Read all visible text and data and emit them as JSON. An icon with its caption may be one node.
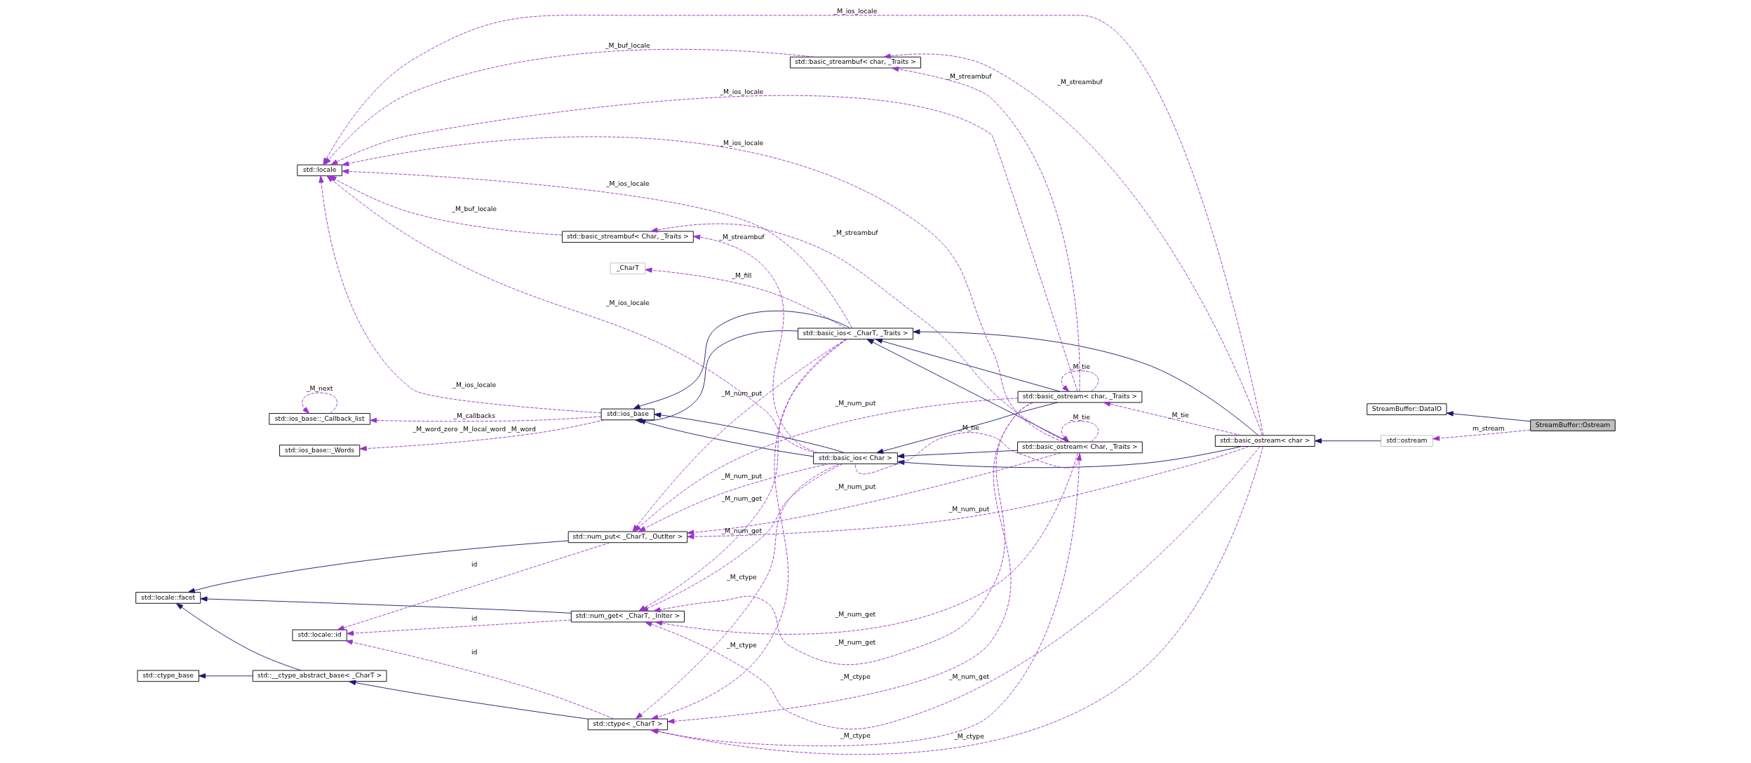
{
  "diagram": {
    "nodes": [
      {
        "text": [
          "StreamBuffer::Ostream"
        ]
      },
      {
        "text": [
          "StreamBuffer::DataIO"
        ]
      },
      {
        "text": [
          "std::ostream"
        ]
      },
      {
        "text": [
          "std::basic_ostream< char >"
        ]
      },
      {
        "text": [
          "std::basic_ostream< char, _Traits >"
        ]
      },
      {
        "text": [
          "std::basic_ostream< Char, _Traits >"
        ]
      },
      {
        "text": [
          "std::basic_ios< _CharT, _Traits >"
        ]
      },
      {
        "text": [
          "std::basic_streambuf< char, _Traits >"
        ]
      },
      {
        "text": [
          "std::basic_ios< Char >"
        ]
      },
      {
        "text": [
          "std::basic_streambuf< Char, _Traits >"
        ]
      },
      {
        "text": [
          "_CharT"
        ]
      },
      {
        "text": [
          "std::ios_base"
        ]
      },
      {
        "text": [
          "std::num_put< _CharT, _OutIter >"
        ]
      },
      {
        "text": [
          "std::num_get< _CharT, _InIter >"
        ]
      },
      {
        "text": [
          "std::ctype< _CharT >"
        ]
      },
      {
        "text": [
          "std::ios_base::_Words"
        ]
      },
      {
        "text": [
          "std::ios_base::_Callback_list"
        ]
      },
      {
        "text": [
          "std::locale"
        ]
      },
      {
        "text": [
          "std::locale::facet"
        ]
      },
      {
        "text": [
          "std::locale::id"
        ]
      },
      {
        "text": [
          "std::__ctype_abstract_base< _CharT >"
        ]
      },
      {
        "text": [
          "std::ctype_base"
        ]
      }
    ],
    "edges": [
      {
        "from": 0,
        "to": 1,
        "arrow": "to",
        "color": "#191970"
      },
      {
        "from": 0,
        "to": 2,
        "arrow": "to",
        "label": "m_stream",
        "style": "dashed"
      },
      {
        "from": 2,
        "to": 3,
        "arrow": "to",
        "color": "#191970"
      },
      {
        "from": 3,
        "to": 4,
        "arrow": "to",
        "label": "_M_tie",
        "style": "dashed"
      },
      {
        "from": 3,
        "to": 6,
        "arrow": "to",
        "color": "#191970"
      },
      {
        "from": 3,
        "to": 8,
        "arrow": "to",
        "color": "#191970"
      },
      {
        "from": 3,
        "to": 12,
        "arrow": "to",
        "label": "_M_num_put",
        "style": "dashed"
      },
      {
        "from": 3,
        "to": 13,
        "arrow": "to",
        "label": "_M_num_get",
        "style": "dashed"
      },
      {
        "from": 3,
        "to": 14,
        "arrow": "to",
        "label": "_M_ctype",
        "style": "dashed"
      },
      {
        "from": 3,
        "to": 7,
        "arrow": "to",
        "label": "_M_streambuf",
        "style": "dashed"
      },
      {
        "from": 3,
        "to": 17,
        "arrow": "to",
        "label": "_M_ios_locale",
        "style": "dashed"
      },
      {
        "from": 4,
        "to": 4,
        "arrow": "to",
        "label": "_M_tie",
        "style": "dashed"
      },
      {
        "from": 4,
        "to": 6,
        "arrow": "to",
        "color": "#191970"
      },
      {
        "from": 4,
        "to": 8,
        "arrow": "to",
        "color": "#191970"
      },
      {
        "from": 4,
        "to": 12,
        "arrow": "to",
        "label": "_M_num_put",
        "style": "dashed"
      },
      {
        "from": 4,
        "to": 13,
        "arrow": "to",
        "label": "_M_num_get",
        "style": "dashed"
      },
      {
        "from": 4,
        "to": 14,
        "arrow": "to",
        "label": "_M_ctype",
        "style": "dashed"
      },
      {
        "from": 4,
        "to": 7,
        "arrow": "to",
        "label": "_M_streambuf",
        "style": "dashed"
      },
      {
        "from": 4,
        "to": 17,
        "arrow": "to",
        "label": "_M_ios_locale",
        "style": "dashed"
      },
      {
        "from": 5,
        "to": 5,
        "arrow": "to",
        "label": "_M_tie",
        "style": "dashed"
      },
      {
        "from": 5,
        "to": 6,
        "arrow": "to",
        "color": "#191970"
      },
      {
        "from": 5,
        "to": 8,
        "arrow": "to",
        "color": "#191970"
      },
      {
        "from": 5,
        "to": 12,
        "arrow": "to",
        "label": "_M_num_put",
        "style": "dashed"
      },
      {
        "from": 5,
        "to": 13,
        "arrow": "to",
        "label": "_M_num_get",
        "style": "dashed"
      },
      {
        "from": 5,
        "to": 14,
        "arrow": "to",
        "label": "_M_ctype",
        "style": "dashed"
      },
      {
        "from": 5,
        "to": 9,
        "arrow": "to",
        "label": "_M_streambuf",
        "style": "dashed"
      },
      {
        "from": 5,
        "to": 17,
        "arrow": "to",
        "label": "_M_ios_locale",
        "style": "dashed"
      },
      {
        "from": 6,
        "to": 11,
        "arrow": "to",
        "color": "#191970"
      },
      {
        "from": 6,
        "to": 11,
        "arrow": "to",
        "color": "#191970"
      },
      {
        "from": 6,
        "to": 12,
        "arrow": "to",
        "label": "_M_num_put",
        "style": "dashed"
      },
      {
        "from": 6,
        "to": 13,
        "arrow": "to",
        "label": "_M_num_get",
        "style": "dashed"
      },
      {
        "from": 6,
        "to": 14,
        "arrow": "to",
        "label": "_M_ctype",
        "style": "dashed"
      },
      {
        "from": 6,
        "to": 10,
        "arrow": "to",
        "label": "_M_fill",
        "style": "dashed"
      },
      {
        "from": 6,
        "to": 17,
        "arrow": "to",
        "label": "_M_ios_locale",
        "style": "dashed"
      },
      {
        "from": 8,
        "to": 11,
        "arrow": "to",
        "color": "#191970"
      },
      {
        "from": 8,
        "to": 11,
        "arrow": "to",
        "color": "#191970"
      },
      {
        "from": 8,
        "to": 5,
        "arrow": "to",
        "label": "_M_tie",
        "style": "dashed"
      },
      {
        "from": 8,
        "to": 12,
        "arrow": "to",
        "label": "_M_num_put",
        "style": "dashed"
      },
      {
        "from": 8,
        "to": 13,
        "arrow": "to",
        "label": "_M_num_get",
        "style": "dashed"
      },
      {
        "from": 8,
        "to": 14,
        "arrow": "to",
        "label": "_M_ctype",
        "style": "dashed"
      },
      {
        "from": 8,
        "to": 9,
        "arrow": "to",
        "label": "_M_streambuf",
        "style": "dashed"
      },
      {
        "from": 8,
        "to": 17,
        "arrow": "to",
        "label": "_M_ios_locale",
        "style": "dashed"
      },
      {
        "from": 7,
        "to": 17,
        "arrow": "to",
        "label": "_M_buf_locale",
        "style": "dashed"
      },
      {
        "from": 9,
        "to": 17,
        "arrow": "to",
        "label": "_M_buf_locale",
        "style": "dashed"
      },
      {
        "from": 11,
        "to": 15,
        "arrow": "to",
        "label": "_M_word_zero _M_local_word _M_word",
        "style": "dashed"
      },
      {
        "from": 11,
        "to": 16,
        "arrow": "to",
        "label": "_M_callbacks",
        "style": "dashed"
      },
      {
        "from": 11,
        "to": 17,
        "arrow": "to",
        "label": "_M_ios_locale",
        "style": "dashed"
      },
      {
        "from": 16,
        "to": 16,
        "arrow": "to",
        "label": "_M_next",
        "style": "dashed"
      },
      {
        "from": 12,
        "to": 18,
        "arrow": "to",
        "color": "#191970"
      },
      {
        "from": 12,
        "to": 19,
        "arrow": "to",
        "label": "id",
        "style": "dashed"
      },
      {
        "from": 13,
        "to": 18,
        "arrow": "to",
        "color": "#191970"
      },
      {
        "from": 13,
        "to": 19,
        "arrow": "to",
        "label": "id",
        "style": "dashed"
      },
      {
        "from": 14,
        "to": 20,
        "arrow": "to",
        "color": "#191970"
      },
      {
        "from": 14,
        "to": 19,
        "arrow": "to",
        "label": "id",
        "style": "dashed"
      },
      {
        "from": 20,
        "to": 18,
        "arrow": "to",
        "color": "#191970"
      },
      {
        "from": 20,
        "to": 21,
        "arrow": "to",
        "color": "#191970"
      }
    ]
  }
}
